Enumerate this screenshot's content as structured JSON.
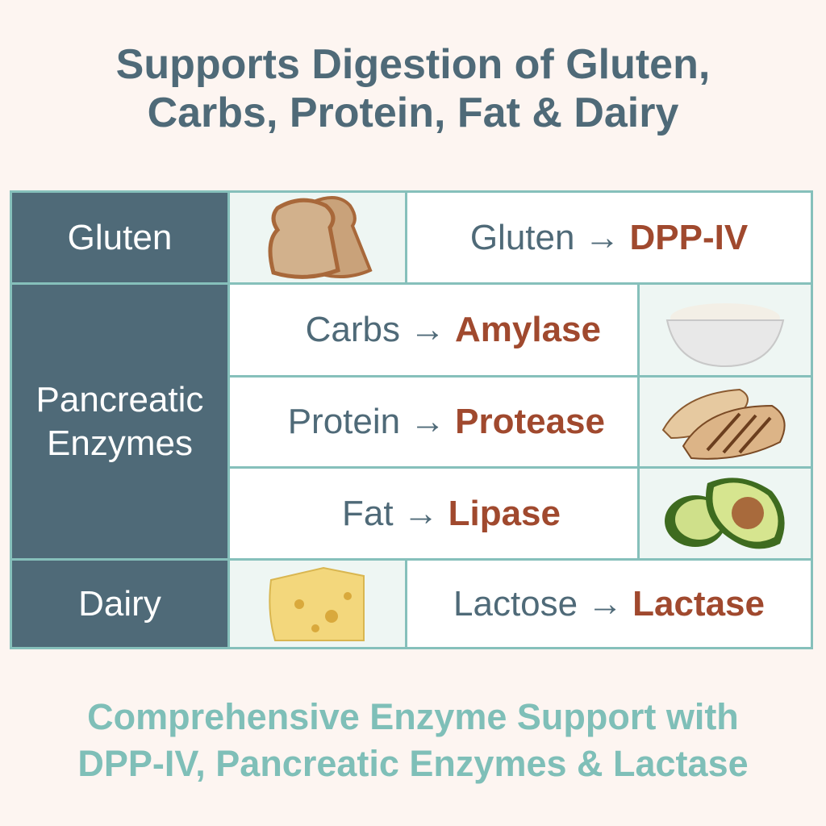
{
  "title": {
    "line1": "Supports Digestion of Gluten,",
    "line2": "Carbs, Protein, Fat & Dairy"
  },
  "arrow": "→",
  "rows": [
    {
      "category": "Gluten",
      "food_icon": "bread-icon",
      "substrate": "Gluten",
      "enzyme": "DPP-IV"
    },
    {
      "category": "Pancreatic Enzymes",
      "items": [
        {
          "food_icon": "rice-bowl-icon",
          "substrate": "Carbs",
          "enzyme": "Amylase"
        },
        {
          "food_icon": "chicken-icon",
          "substrate": "Protein",
          "enzyme": "Protease"
        },
        {
          "food_icon": "avocado-icon",
          "substrate": "Fat",
          "enzyme": "Lipase"
        }
      ]
    },
    {
      "category": "Dairy",
      "food_icon": "cheese-icon",
      "substrate": "Lactose",
      "enzyme": "Lactase"
    }
  ],
  "footer": {
    "line1": "Comprehensive Enzyme Support with",
    "line2": "DPP-IV, Pancreatic Enzymes & Lactase"
  },
  "colors": {
    "header": "#4f6a78",
    "border": "#86c0bb",
    "enzyme": "#a0492e",
    "footer": "#7fbfb8",
    "background": "#fdf5f1"
  }
}
